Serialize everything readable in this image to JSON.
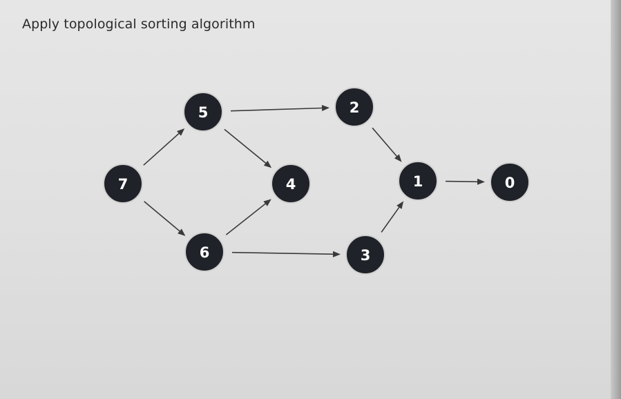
{
  "instruction": "Apply topological sorting algorithm",
  "colors": {
    "node_fill": "#1f2228",
    "node_text": "#ffffff",
    "edge": "#3a3a3a",
    "background": "#e3e3e3"
  },
  "graph": {
    "nodes": [
      {
        "id": "5",
        "label": "5"
      },
      {
        "id": "2",
        "label": "2"
      },
      {
        "id": "7",
        "label": "7"
      },
      {
        "id": "4",
        "label": "4"
      },
      {
        "id": "1",
        "label": "1"
      },
      {
        "id": "0",
        "label": "0"
      },
      {
        "id": "6",
        "label": "6"
      },
      {
        "id": "3",
        "label": "3"
      }
    ],
    "edges": [
      {
        "from": "7",
        "to": "5"
      },
      {
        "from": "7",
        "to": "6"
      },
      {
        "from": "5",
        "to": "2"
      },
      {
        "from": "5",
        "to": "4"
      },
      {
        "from": "6",
        "to": "4"
      },
      {
        "from": "6",
        "to": "3"
      },
      {
        "from": "2",
        "to": "1"
      },
      {
        "from": "3",
        "to": "1"
      },
      {
        "from": "1",
        "to": "0"
      }
    ]
  }
}
